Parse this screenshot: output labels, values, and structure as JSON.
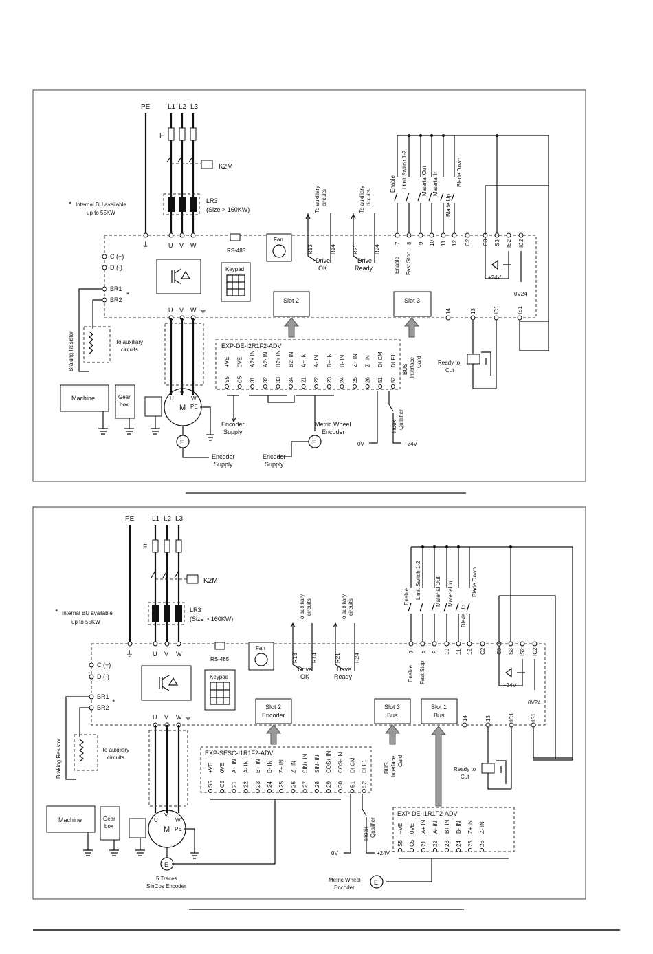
{
  "common": {
    "pe": "PE",
    "l1": "L1",
    "l2": "L2",
    "l3": "L3",
    "f": "F",
    "k2m": "K2M",
    "lr3": "LR3",
    "lr3_size": "(Size > 160KW)",
    "internal_bu_1": "Internal BU available",
    "internal_bu_2": "up to 55KW",
    "asterisk": "*",
    "u": "U",
    "v": "V",
    "w": "W",
    "rs485": "RS-485",
    "fan": "Fan",
    "keypad": "Keypad",
    "c_plus": "C (+)",
    "d_minus": "D (-)",
    "br1": "BR1",
    "br2": "BR2",
    "braking_resistor": "Braking Resistor",
    "to_aux_1": "To auxiliary",
    "to_aux_2": "circuits",
    "machine": "Machine",
    "gear_1": "Gear",
    "gear_2": "box",
    "m": "M",
    "pe_small": "PE",
    "e": "E",
    "r13": "R13",
    "r14": "R14",
    "r21": "R21",
    "r24": "R24",
    "drive_ok_1": "Drive",
    "drive_ok_2": "OK",
    "drive_ready_1": "Drive",
    "drive_ready_2": "Ready",
    "enable": "Enable",
    "limit_switch": "Limit Switch 1-2",
    "material_out": "Material Out",
    "material_in": "Material In",
    "blade_up": "Blade Up",
    "blade_down": "Blade Down",
    "fast_stop": "Fast Stop",
    "t7": "7",
    "t8": "8",
    "t9": "9",
    "t10": "10",
    "t11": "11",
    "t12": "12",
    "c2": "C2",
    "c3": "C3",
    "s3": "S3",
    "is2": "IS2",
    "ic2": "IC2",
    "plus24v": "+24V",
    "ov24": "0V24",
    "t14": "14",
    "t13": "13",
    "ic1": "IC1",
    "is1": "IS1",
    "ready_to_cut_1": "Ready to",
    "ready_to_cut_2": "Cut",
    "bus_card_1": "BUS",
    "bus_card_2": "Interface",
    "bus_card_3": "Card",
    "index_qualifier_1": "Index",
    "index_qualifier_2": "Qualifier",
    "ov": "0V",
    "p24v": "+24V",
    "t51": "51",
    "t52": "52",
    "di_cm": "DI CM",
    "di_f1": "DI F1"
  },
  "diagram1": {
    "slot2": "Slot 2",
    "slot3": "Slot 3",
    "card_title": "EXP-DE-I2R1F2-ADV",
    "card_pins": [
      {
        "num": "S5",
        "name": "+VE"
      },
      {
        "num": "C5",
        "name": "0VE"
      },
      {
        "num": "31",
        "name": "A2+ IN"
      },
      {
        "num": "32",
        "name": "A2- IN"
      },
      {
        "num": "33",
        "name": "B2+ IN"
      },
      {
        "num": "34",
        "name": "B2- IN"
      },
      {
        "num": "21",
        "name": "A+ IN"
      },
      {
        "num": "22",
        "name": "A- IN"
      },
      {
        "num": "23",
        "name": "B+ IN"
      },
      {
        "num": "24",
        "name": "B- IN"
      },
      {
        "num": "25",
        "name": "Z+ IN"
      },
      {
        "num": "26",
        "name": "Z- IN"
      },
      {
        "num": "51",
        "name": "DI CM"
      },
      {
        "num": "52",
        "name": "DI F1"
      }
    ],
    "encoder_supply_1": "Encoder",
    "encoder_supply_2": "Supply",
    "metric_wheel_1": "Metric Wheel",
    "metric_wheel_2": "Encoder"
  },
  "diagram2": {
    "slot2_1": "Slot 2",
    "slot2_2": "Encoder",
    "slot3_1": "Slot 3",
    "slot3_2": "Bus",
    "slot1_1": "Slot 1",
    "slot1_2": "Bus",
    "card_title": "EXP-SESC-I1R1F2-ADV",
    "card_pins": [
      {
        "num": "S5",
        "name": "+VE"
      },
      {
        "num": "C5",
        "name": "0VE"
      },
      {
        "num": "21",
        "name": "A+ IN"
      },
      {
        "num": "22",
        "name": "A- IN"
      },
      {
        "num": "23",
        "name": "B+ IN"
      },
      {
        "num": "24",
        "name": "B- IN"
      },
      {
        "num": "25",
        "name": "Z+ IN"
      },
      {
        "num": "26",
        "name": "Z- IN"
      },
      {
        "num": "27",
        "name": "SIN+ IN"
      },
      {
        "num": "28",
        "name": "SIN- IN"
      },
      {
        "num": "29",
        "name": "COS+ IN"
      },
      {
        "num": "30",
        "name": "COS- IN"
      },
      {
        "num": "51",
        "name": "DI CM"
      },
      {
        "num": "52",
        "name": "DI F1"
      }
    ],
    "card2_title": "EXP-DE-I1R1F2-ADV",
    "card2_pins": [
      {
        "num": "S5",
        "name": "+VE"
      },
      {
        "num": "C5",
        "name": "0VE"
      },
      {
        "num": "21",
        "name": "A+ IN"
      },
      {
        "num": "22",
        "name": "A- IN"
      },
      {
        "num": "23",
        "name": "B+ IN"
      },
      {
        "num": "24",
        "name": "B- IN"
      },
      {
        "num": "25",
        "name": "Z+ IN"
      },
      {
        "num": "26",
        "name": "Z- IN"
      }
    ],
    "sincos_1": "5 Traces",
    "sincos_2": "SinCos Encoder",
    "metric_wheel_1": "Metric Wheel",
    "metric_wheel_2": "Encoder"
  }
}
